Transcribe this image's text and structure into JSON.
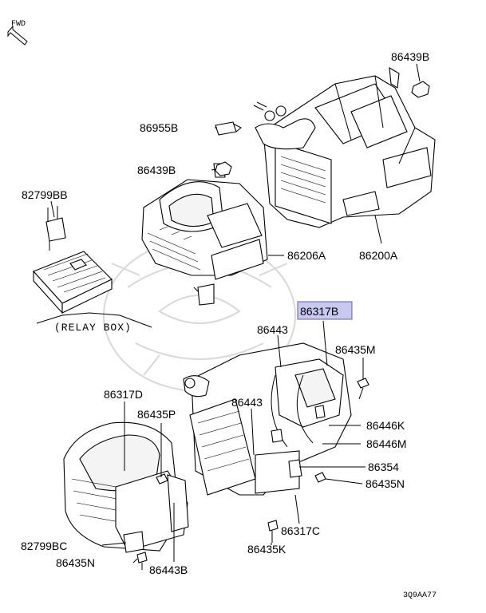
{
  "header": {
    "direction_label": "FWD"
  },
  "footer": {
    "diagram_code": "3Q9AA77"
  },
  "relay_box_label": "(RELAY BOX)",
  "highlight_color": "#c8c8f0",
  "callouts": {
    "c86439B_top": "86439B",
    "c86955B": "86955B",
    "c86439B_mid": "86439B",
    "c82799BB": "82799BB",
    "c86206A": "86206A",
    "c86200A": "86200A",
    "c86317B": "86317B",
    "c86443_top": "86443",
    "c86435M": "86435M",
    "c86317D": "86317D",
    "c86435P": "86435P",
    "c86443_mid": "86443",
    "c86446K": "86446K",
    "c86446M": "86446M",
    "c86354": "86354",
    "c86435N_right": "86435N",
    "c86317C": "86317C",
    "c86435K": "86435K",
    "c82799BC": "82799BC",
    "c86435N_left": "86435N",
    "c86443B": "86443B"
  }
}
